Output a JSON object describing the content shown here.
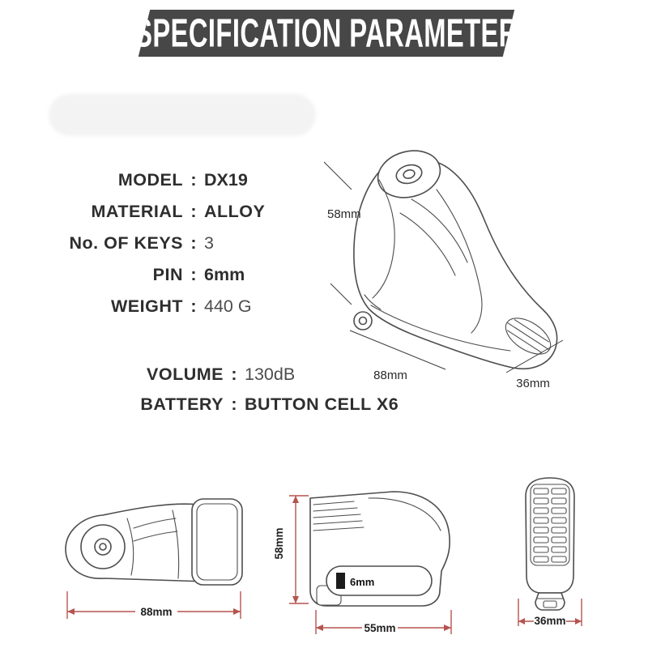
{
  "header": {
    "title": "SPECIFICATION PARAMETER"
  },
  "separator": ":",
  "specs": {
    "model": {
      "label": "MODEL",
      "value": "DX19"
    },
    "material": {
      "label": "MATERIAL",
      "value": "ALLOY"
    },
    "keys": {
      "label": "No. OF KEYS",
      "value": "3"
    },
    "pin": {
      "label": "PIN",
      "value": "6mm"
    },
    "weight": {
      "label": "WEIGHT",
      "value": "440 G"
    },
    "volume": {
      "label": "VOLUME",
      "value": "130dB"
    },
    "battery": {
      "label": "BATTERY",
      "value": "BUTTON CELL X6"
    }
  },
  "product_dimensions": {
    "height": "58mm",
    "width": "88mm",
    "depth": "36mm"
  },
  "views": {
    "side": {
      "width": "88mm"
    },
    "front": {
      "height": "58mm",
      "pin": "6mm",
      "width": "55mm"
    },
    "rear": {
      "width": "36mm"
    }
  },
  "colors": {
    "banner": "#474747",
    "dimension": "#b5544e",
    "line": "#4d4d4d",
    "text": "#2e2e2e"
  }
}
